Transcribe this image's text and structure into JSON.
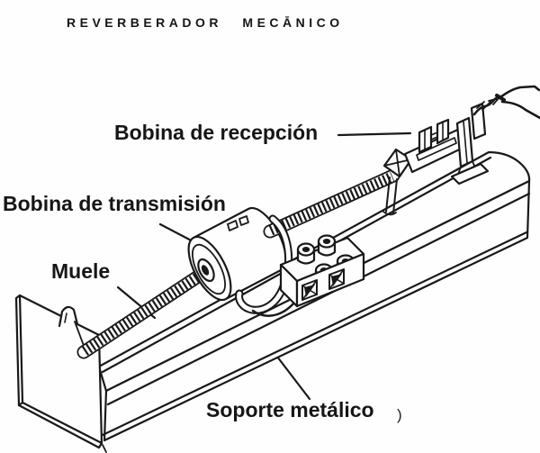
{
  "title": "REVERBERADOR MECĀNICO",
  "labels": {
    "reception_coil": "Bobina de recepción",
    "transmission_coil": "Bobina de transmisión",
    "spring": "Muele",
    "metal_support": "Soporte metálico",
    "stray_mark": ")"
  },
  "colors": {
    "ink": "#191919",
    "paper": "#fefefe"
  }
}
